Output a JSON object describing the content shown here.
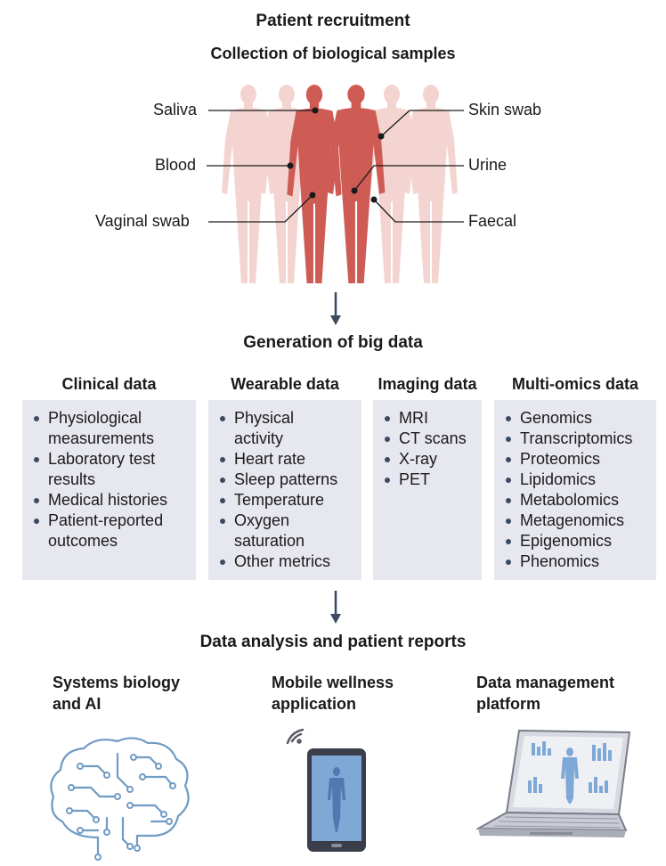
{
  "recruitment": {
    "title": "Patient recruitment",
    "subtitle": "Collection of biological samples"
  },
  "samples": {
    "left": [
      "Saliva",
      "Blood",
      "Vaginal swab"
    ],
    "right": [
      "Skin swab",
      "Urine",
      "Faecal"
    ]
  },
  "big_data": {
    "title": "Generation of big data",
    "categories": [
      {
        "title": "Clinical data",
        "items": [
          "Physiological measurements",
          "Laboratory test results",
          "Medical histories",
          "Patient-reported outcomes"
        ]
      },
      {
        "title": "Wearable data",
        "items": [
          "Physical activity",
          "Heart rate",
          "Sleep patterns",
          "Temperature",
          "Oxygen saturation",
          "Other metrics"
        ]
      },
      {
        "title": "Imaging data",
        "items": [
          "MRI",
          "CT scans",
          "X-ray",
          "PET"
        ]
      },
      {
        "title": "Multi-omics data",
        "items": [
          "Genomics",
          "Transcriptomics",
          "Proteomics",
          "Lipidomics",
          "Metabolomics",
          "Metagenomics",
          "Epigenomics",
          "Phenomics"
        ]
      }
    ]
  },
  "analysis": {
    "title": "Data analysis and patient reports",
    "outputs": [
      {
        "line1": "Systems biology",
        "line2": "and AI",
        "icon": "brain-circuit-icon"
      },
      {
        "line1": "Mobile wellness",
        "line2": "application",
        "icon": "smartphone-icon"
      },
      {
        "line1": "Data management",
        "line2": "platform",
        "icon": "laptop-icon"
      }
    ]
  },
  "colors": {
    "body_highlight": "#cf5b55",
    "body_faded": "#f4d4d0",
    "card_bg": "#e7e8ef",
    "arrow": "#3b4a60",
    "circuit": "#6f9bc4"
  }
}
